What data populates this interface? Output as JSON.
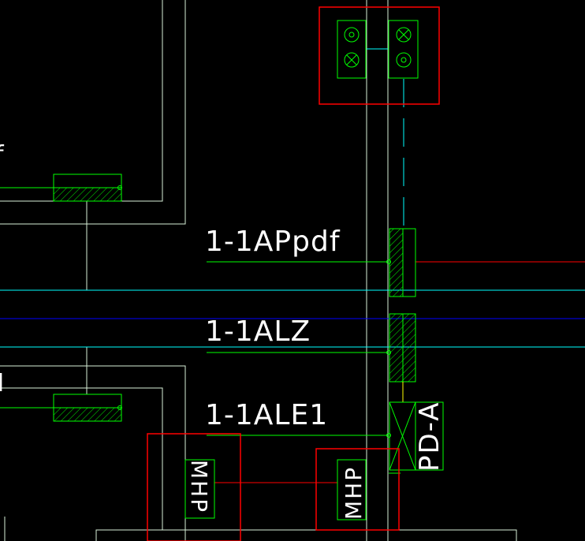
{
  "colors": {
    "background": "#000000",
    "wall": "#d9f0d9",
    "pipe_green": "#00ff00",
    "pipe_cyan": "#00ffff",
    "pipe_blue": "#0000ff",
    "pipe_red": "#ff0000",
    "frame_red": "#ff0000",
    "label_white": "#ffffff",
    "lead_yellow": "#ffff00"
  },
  "labels": {
    "line_1": "1-1APpdf",
    "line_2": "1-1ALZ",
    "line_3": "1-1ALE1",
    "box_right": "PD-A",
    "mhp_left": "MHP",
    "mhp_right": "MHP",
    "cut_top": "f",
    "cut_bottom": "d"
  },
  "icons": {
    "receptacle_concentric": "concentric-circle-icon",
    "receptacle_cross": "crossed-circle-icon"
  }
}
